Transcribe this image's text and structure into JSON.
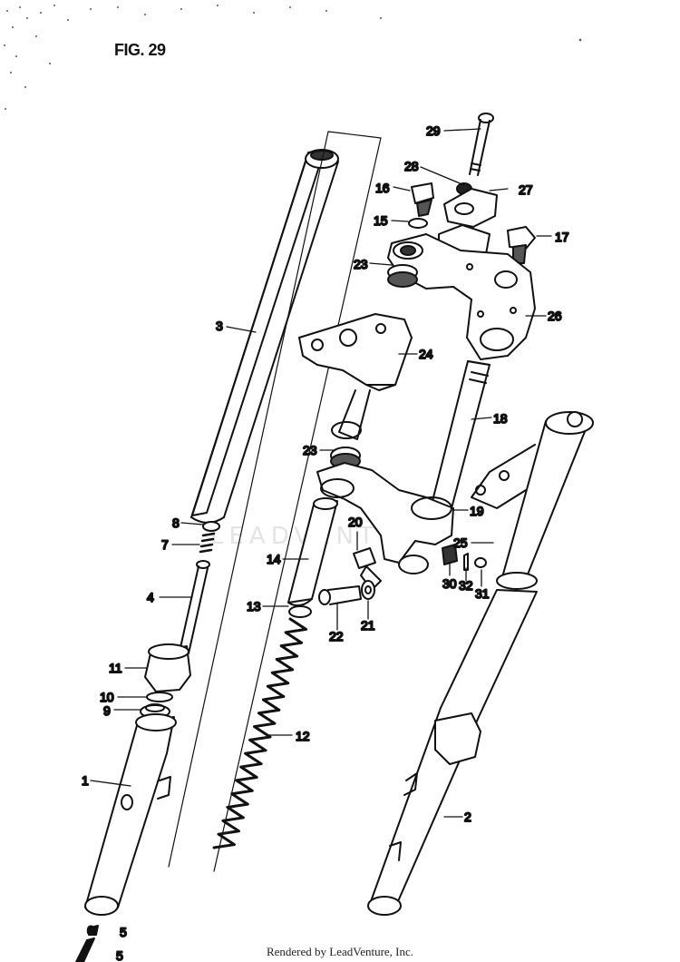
{
  "figure": {
    "title": "FIG. 29",
    "watermark": "LEADVENTURE",
    "footer": "Rendered by LeadVenture, Inc."
  },
  "callouts": [
    {
      "id": "c29",
      "label": "29"
    },
    {
      "id": "c28",
      "label": "28"
    },
    {
      "id": "c27",
      "label": "27"
    },
    {
      "id": "c16",
      "label": "16"
    },
    {
      "id": "c15",
      "label": "15"
    },
    {
      "id": "c17",
      "label": "17"
    },
    {
      "id": "c23a",
      "label": "23"
    },
    {
      "id": "c26",
      "label": "26"
    },
    {
      "id": "c3",
      "label": "3"
    },
    {
      "id": "c24",
      "label": "24"
    },
    {
      "id": "c18",
      "label": "18"
    },
    {
      "id": "c23b",
      "label": "23"
    },
    {
      "id": "c19",
      "label": "19"
    },
    {
      "id": "c20",
      "label": "20"
    },
    {
      "id": "c25",
      "label": "25"
    },
    {
      "id": "c8",
      "label": "8"
    },
    {
      "id": "c7",
      "label": "7"
    },
    {
      "id": "c14",
      "label": "14"
    },
    {
      "id": "c30",
      "label": "30"
    },
    {
      "id": "c32",
      "label": "32"
    },
    {
      "id": "c31",
      "label": "31"
    },
    {
      "id": "c4",
      "label": "4"
    },
    {
      "id": "c13",
      "label": "13"
    },
    {
      "id": "c22",
      "label": "22"
    },
    {
      "id": "c21",
      "label": "21"
    },
    {
      "id": "c11",
      "label": "11"
    },
    {
      "id": "c10",
      "label": "10"
    },
    {
      "id": "c9",
      "label": "9"
    },
    {
      "id": "c12",
      "label": "12"
    },
    {
      "id": "c1",
      "label": "1"
    },
    {
      "id": "c2",
      "label": "2"
    },
    {
      "id": "c5a",
      "label": "5"
    },
    {
      "id": "c6",
      "label": "6"
    },
    {
      "id": "c5b",
      "label": "5"
    }
  ]
}
